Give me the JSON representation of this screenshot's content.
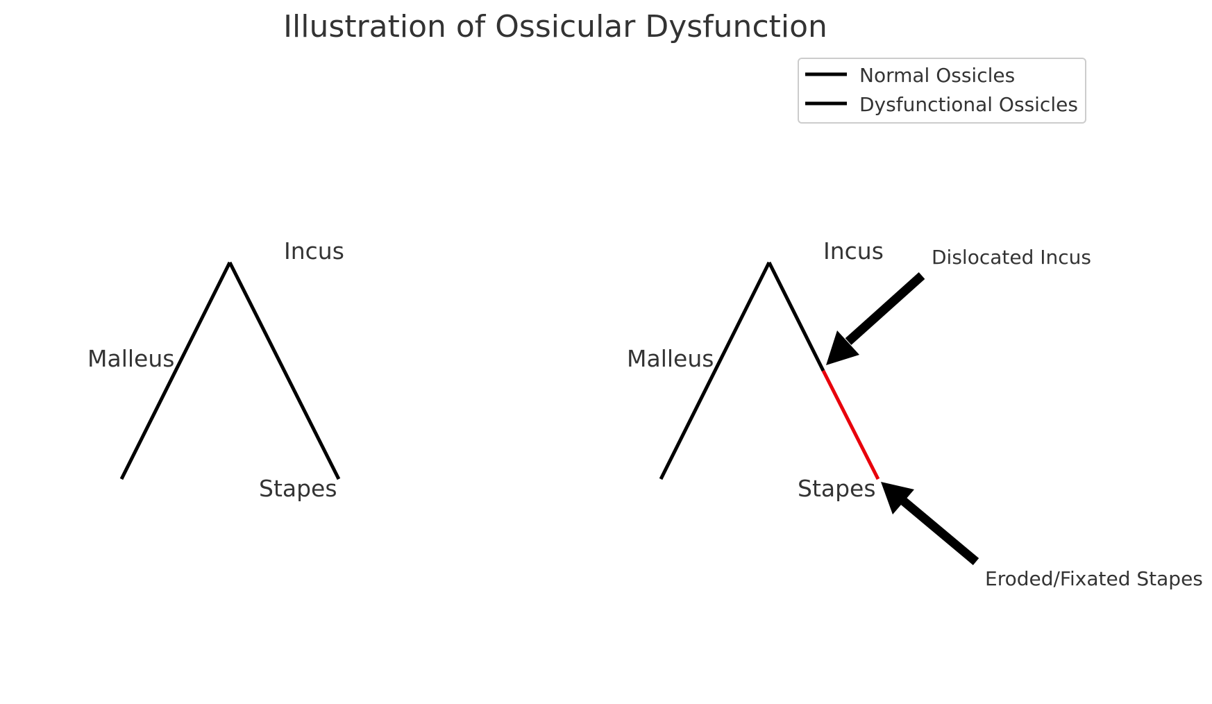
{
  "title": "Illustration of Ossicular Dysfunction",
  "legend": {
    "items": [
      {
        "label": "Normal Ossicles",
        "color": "#000000"
      },
      {
        "label": "Dysfunctional Ossicles",
        "color": "#000000"
      }
    ]
  },
  "left_diagram": {
    "labels": {
      "malleus": "Malleus",
      "incus": "Incus",
      "stapes": "Stapes"
    }
  },
  "right_diagram": {
    "labels": {
      "malleus": "Malleus",
      "incus": "Incus",
      "stapes": "Stapes"
    },
    "annotations": {
      "dislocated": "Dislocated Incus",
      "eroded": "Eroded/Fixated Stapes"
    }
  },
  "colors": {
    "normal": "#000000",
    "dysfunctional": "#e8000b",
    "text": "#333333"
  }
}
